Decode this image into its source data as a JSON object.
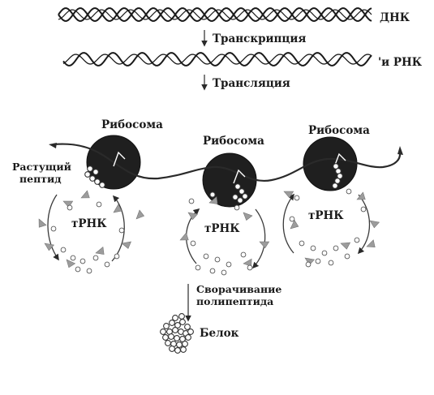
{
  "labels": {
    "dna": "ДНК",
    "transcription": "Транскрипция",
    "mrna": "'и РНК",
    "translation": "Трансляция",
    "ribosome_1": "Рибосома",
    "ribosome_2": "Рибосома",
    "ribosome_3": "Рибосома",
    "growing_peptide_line1": "Растущий",
    "growing_peptide_line2": "пептид",
    "trna_1": "тРНК",
    "trna_2": "тРНК",
    "trna_3": "тРНК",
    "folding_line1": "Сворачивание",
    "folding_line2": "полипептида",
    "protein": "Белок"
  },
  "colors": {
    "ink": "#1a1a1a",
    "ribosome": "#1f1f1f",
    "trna": "#9c9c9c",
    "background": "#ffffff"
  }
}
